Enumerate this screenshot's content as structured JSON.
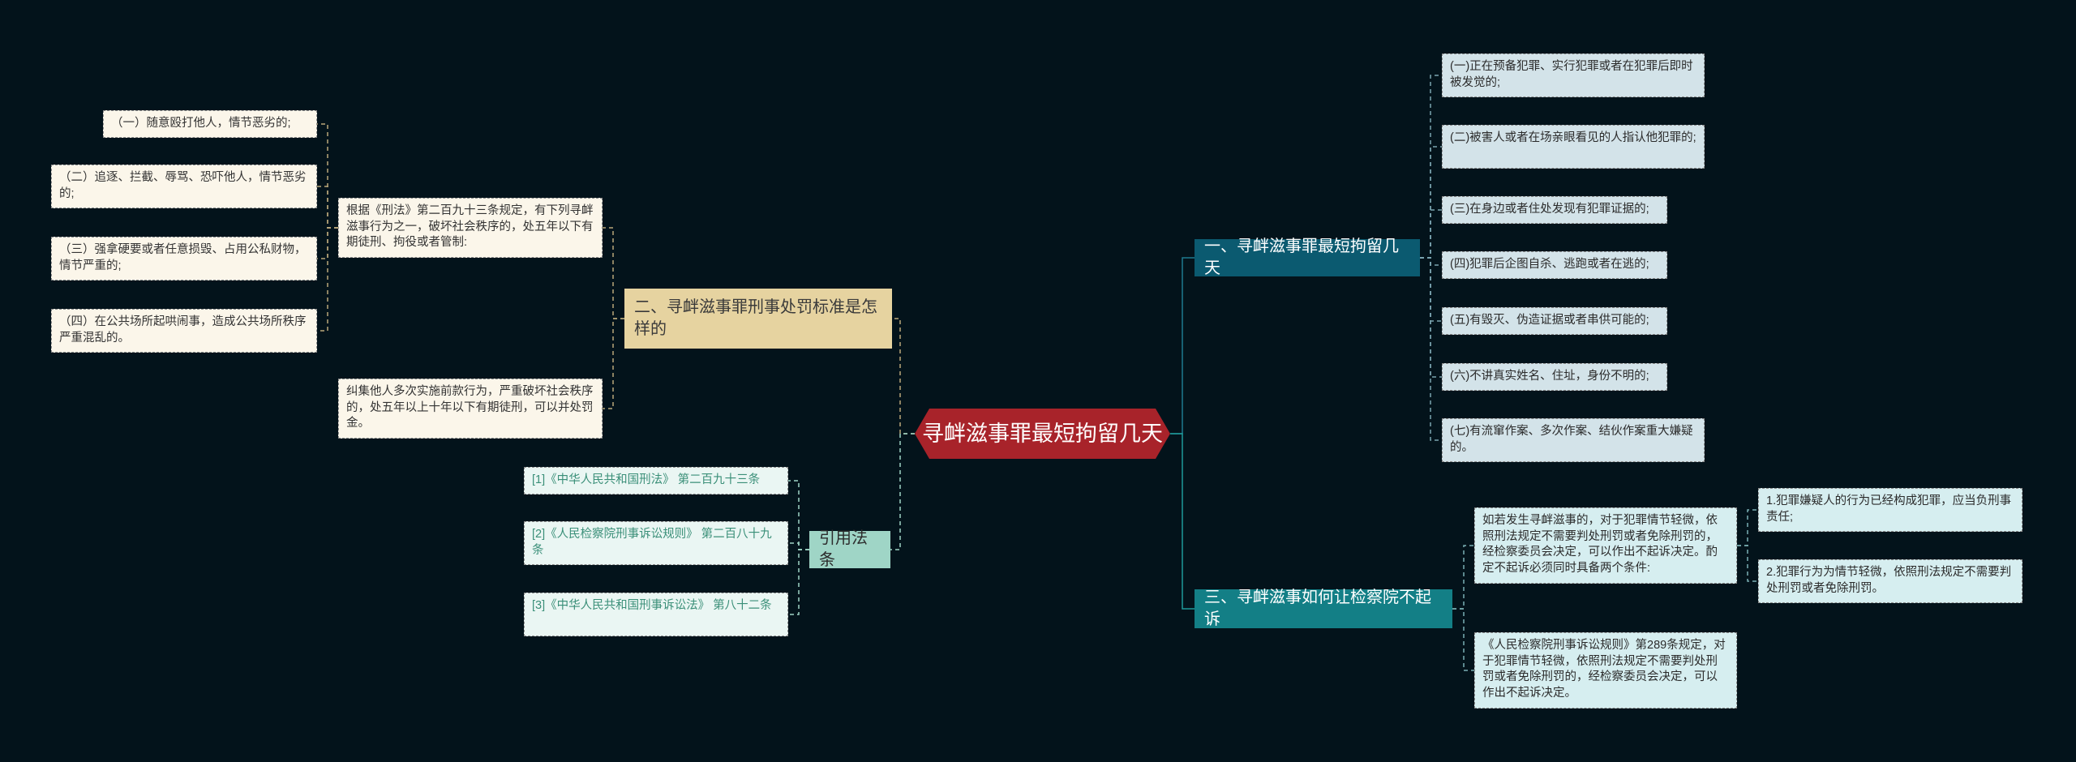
{
  "root": {
    "label": "寻衅滋事罪最短拘留几天"
  },
  "branch1": {
    "label": "一、寻衅滋事罪最短拘留几天",
    "items": [
      "(一)正在预备犯罪、实行犯罪或者在犯罪后即时被发觉的;",
      "(二)被害人或者在场亲眼看见的人指认他犯罪的;",
      "(三)在身边或者住处发现有犯罪证据的;",
      "(四)犯罪后企图自杀、逃跑或者在逃的;",
      "(五)有毁灭、伪造证据或者串供可能的;",
      "(六)不讲真实姓名、住址，身份不明的;",
      "(七)有流窜作案、多次作案、结伙作案重大嫌疑的。"
    ]
  },
  "branch2": {
    "label": "二、寻衅滋事罪刑事处罚标准是怎样的",
    "sub1": "根据《刑法》第二百九十三条规定，有下列寻衅滋事行为之一，破坏社会秩序的，处五年以下有期徒刑、拘役或者管制:",
    "sub1_items": [
      "（一）随意殴打他人，情节恶劣的;",
      "（二）追逐、拦截、辱骂、恐吓他人，情节恶劣的;",
      "（三）强拿硬要或者任意损毁、占用公私财物，情节严重的;",
      "（四）在公共场所起哄闹事，造成公共场所秩序严重混乱的。"
    ],
    "sub2": "纠集他人多次实施前款行为，严重破坏社会秩序的，处五年以上十年以下有期徒刑，可以并处罚金。"
  },
  "branch3": {
    "label": "三、寻衅滋事如何让检察院不起诉",
    "sub1": "如若发生寻衅滋事的，对于犯罪情节轻微，依照刑法规定不需要判处刑罚或者免除刑罚的，经检察委员会决定，可以作出不起诉决定。酌定不起诉必须同时具备两个条件:",
    "sub1_items": [
      "1.犯罪嫌疑人的行为已经构成犯罪，应当负刑事责任;",
      "2.犯罪行为为情节轻微，依照刑法规定不需要判处刑罚或者免除刑罚。"
    ],
    "sub2": "《人民检察院刑事诉讼规则》第289条规定，对于犯罪情节轻微，依照刑法规定不需要判处刑罚或者免除刑罚的，经检察委员会决定，可以作出不起诉决定。"
  },
  "refs": {
    "label": "引用法条",
    "items": [
      "[1]《中华人民共和国刑法》 第二百九十三条",
      "[2]《人民检察院刑事诉讼规则》 第二百八十九条",
      "[3]《中华人民共和国刑事诉讼法》 第八十二条"
    ]
  },
  "colors": {
    "background": "#03131b",
    "root": "#a8232a",
    "branch1": "#0b5a70",
    "branch2": "#e6d3a0",
    "branch3": "#137f86",
    "refs": "#9fd5c6"
  }
}
